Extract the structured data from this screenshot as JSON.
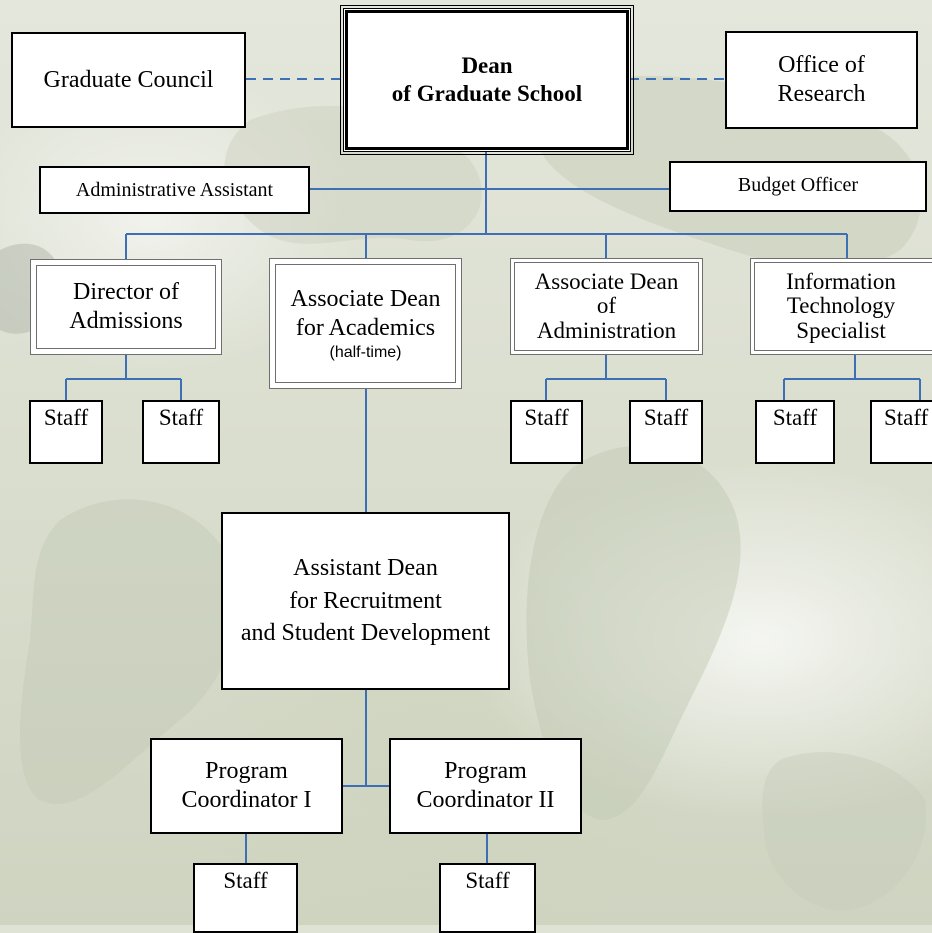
{
  "org_chart": {
    "dean": {
      "line1": "Dean",
      "line2": "of Graduate School"
    },
    "graduate_council": "Graduate Council",
    "office_of_research": {
      "line1": "Office of",
      "line2": "Research"
    },
    "administrative_assistant": "Administrative Assistant",
    "budget_officer": "Budget Officer",
    "director_of_admissions": {
      "line1": "Director of",
      "line2": "Admissions"
    },
    "associate_dean_academics": {
      "line1": "Associate Dean",
      "line2": "for Academics",
      "note": "(half-time)"
    },
    "associate_dean_administration": {
      "line1": "Associate Dean",
      "line2": "of",
      "line3": "Administration"
    },
    "it_specialist": {
      "line1": "Information",
      "line2": "Technology",
      "line3": "Specialist"
    },
    "assistant_dean": {
      "line1": "Assistant Dean",
      "line2": "for Recruitment",
      "line3": "and Student Development"
    },
    "program_coordinator_1": {
      "line1": "Program",
      "line2": "Coordinator I"
    },
    "program_coordinator_2": {
      "line1": "Program",
      "line2": "Coordinator II"
    },
    "staff_label": "Staff",
    "staff_label_cut": "Staff"
  },
  "colors": {
    "connector": "#3d6fb4",
    "box_border": "#000000",
    "box_fill": "#ffffff"
  }
}
